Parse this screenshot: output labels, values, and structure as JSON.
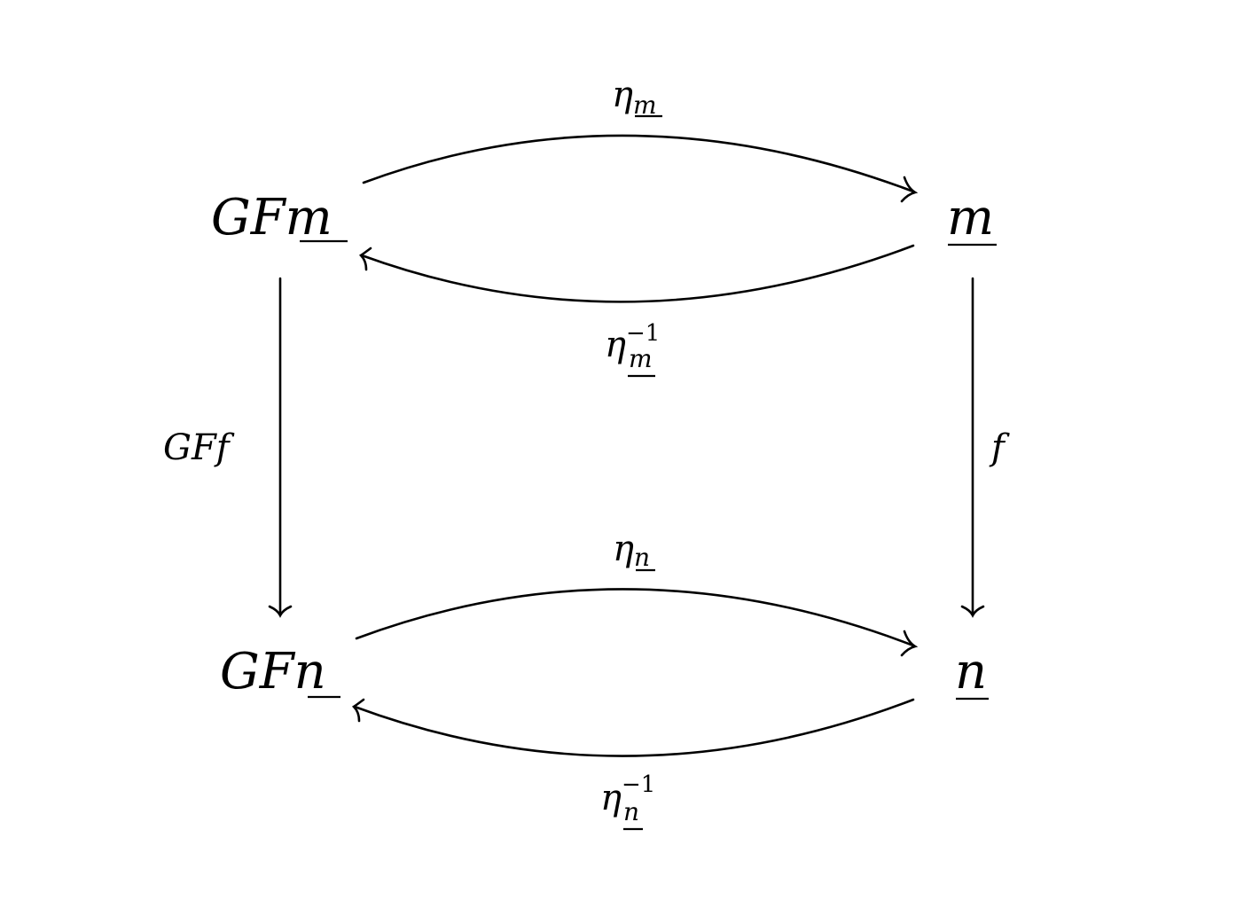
{
  "nodes": {
    "top_left": {
      "prefix": "GF",
      "var": "m"
    },
    "top_right": {
      "var": "m"
    },
    "bottom_left": {
      "prefix": "GF",
      "var": "n"
    },
    "bottom_right": {
      "var": "n"
    }
  },
  "edges": {
    "top_forward": {
      "symbol": "η",
      "sub": "m"
    },
    "top_backward": {
      "symbol": "η",
      "sub": "m",
      "sup": "−1"
    },
    "bottom_forward": {
      "symbol": "η",
      "sub": "n"
    },
    "bottom_backward": {
      "symbol": "η",
      "sub": "n",
      "sup": "−1"
    },
    "left_vertical": {
      "text": "GFf"
    },
    "right_vertical": {
      "text": "f"
    }
  }
}
